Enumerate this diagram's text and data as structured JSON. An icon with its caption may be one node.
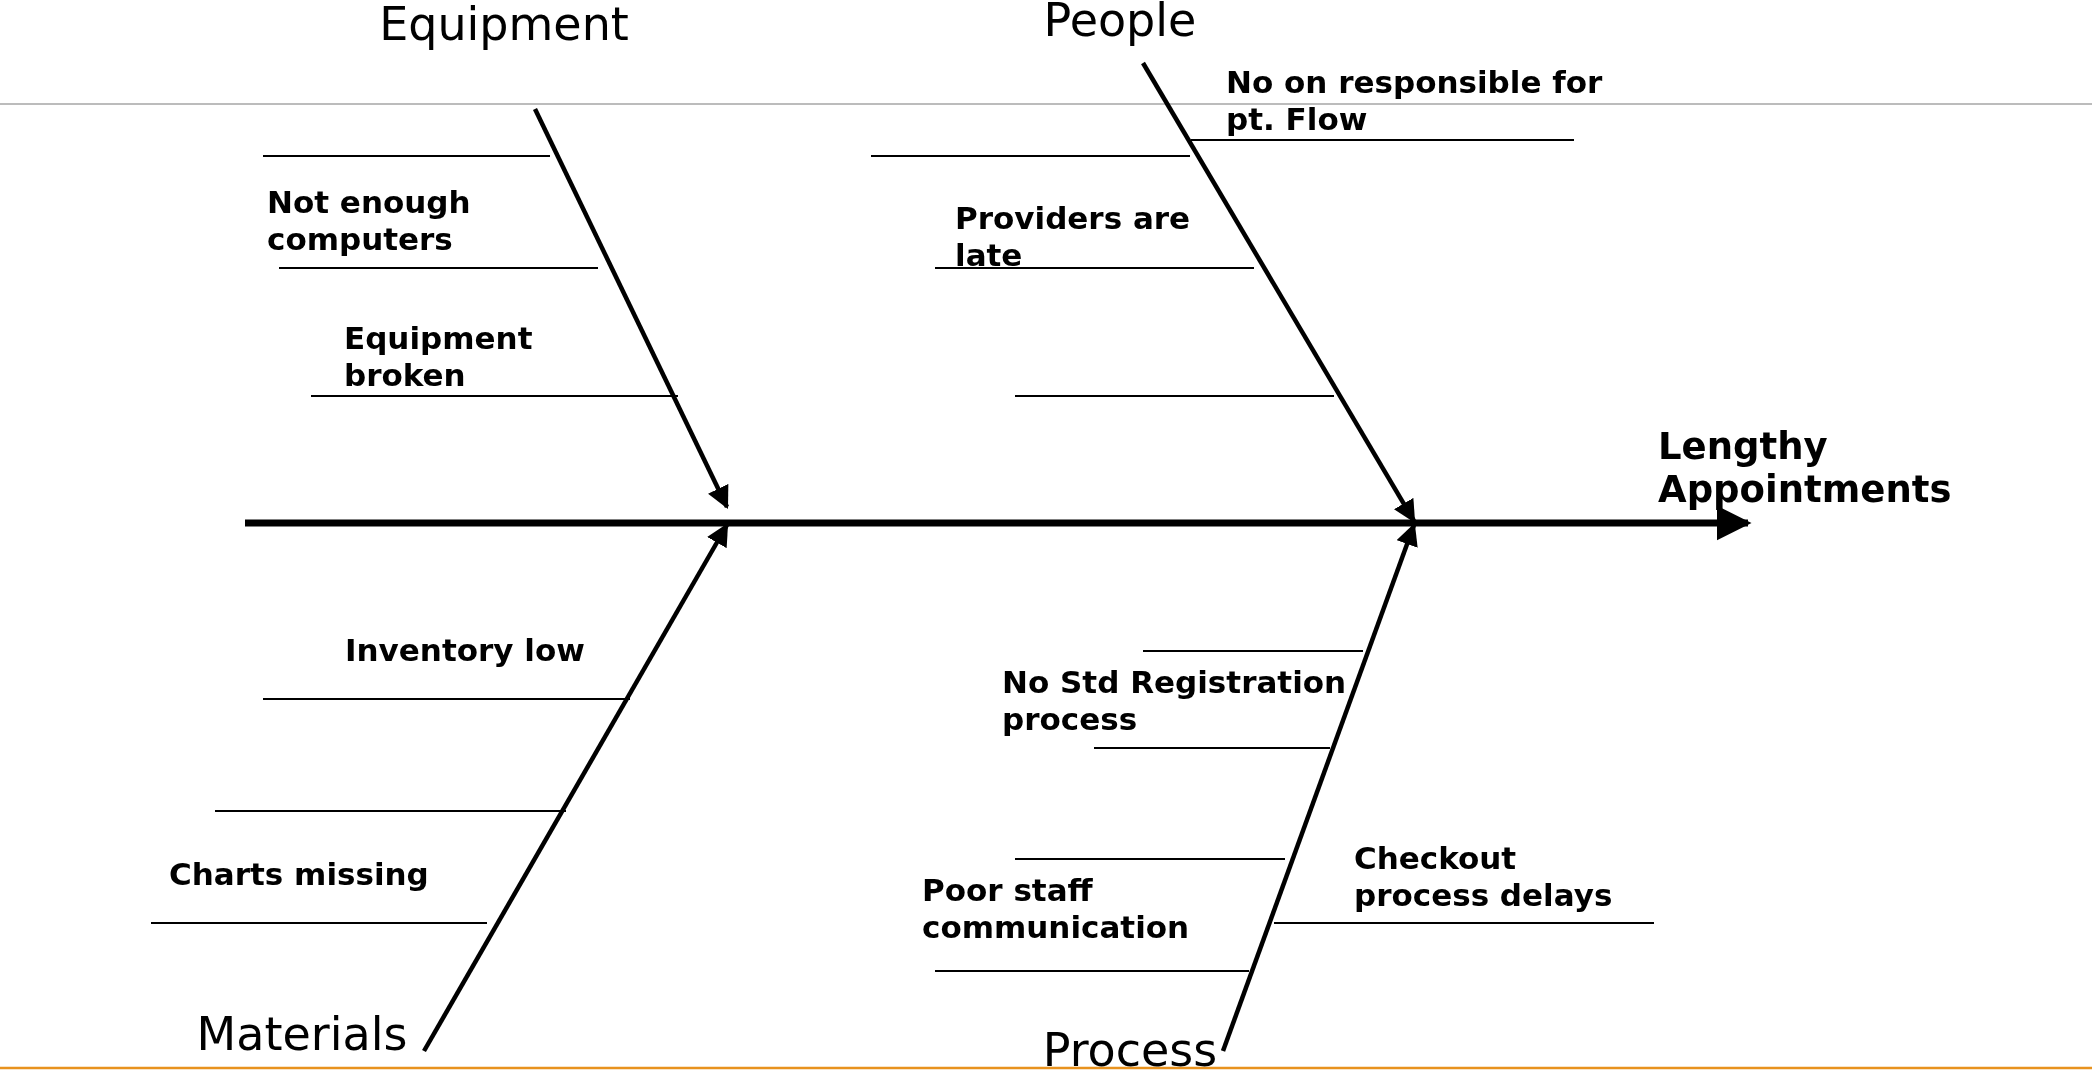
{
  "diagram": {
    "nodes": [
      {
        "text": [
          "Equipment"
        ]
      },
      {
        "text": [
          "People"
        ]
      },
      {
        "text": [
          "Materials"
        ]
      },
      {
        "text": [
          "Process"
        ]
      },
      {
        "text": [
          "Lengthy Appointments"
        ]
      }
    ],
    "edges": [
      {
        "from": 0,
        "to": null,
        "arrow": "to"
      },
      {
        "from": 1,
        "to": null,
        "arrow": "to"
      },
      {
        "from": 2,
        "to": null,
        "arrow": "to"
      },
      {
        "from": 3,
        "to": null,
        "arrow": "to"
      },
      {
        "from": null,
        "to": 4,
        "arrow": "to"
      }
    ],
    "labels": [
      "No on responsible for pt. Flow",
      "Not enough computers",
      "Providers are late",
      "Equipment broken",
      "Inventory low",
      "No Std Registration process",
      "Checkout process delays",
      "Poor staff communication",
      "Charts missing"
    ]
  }
}
